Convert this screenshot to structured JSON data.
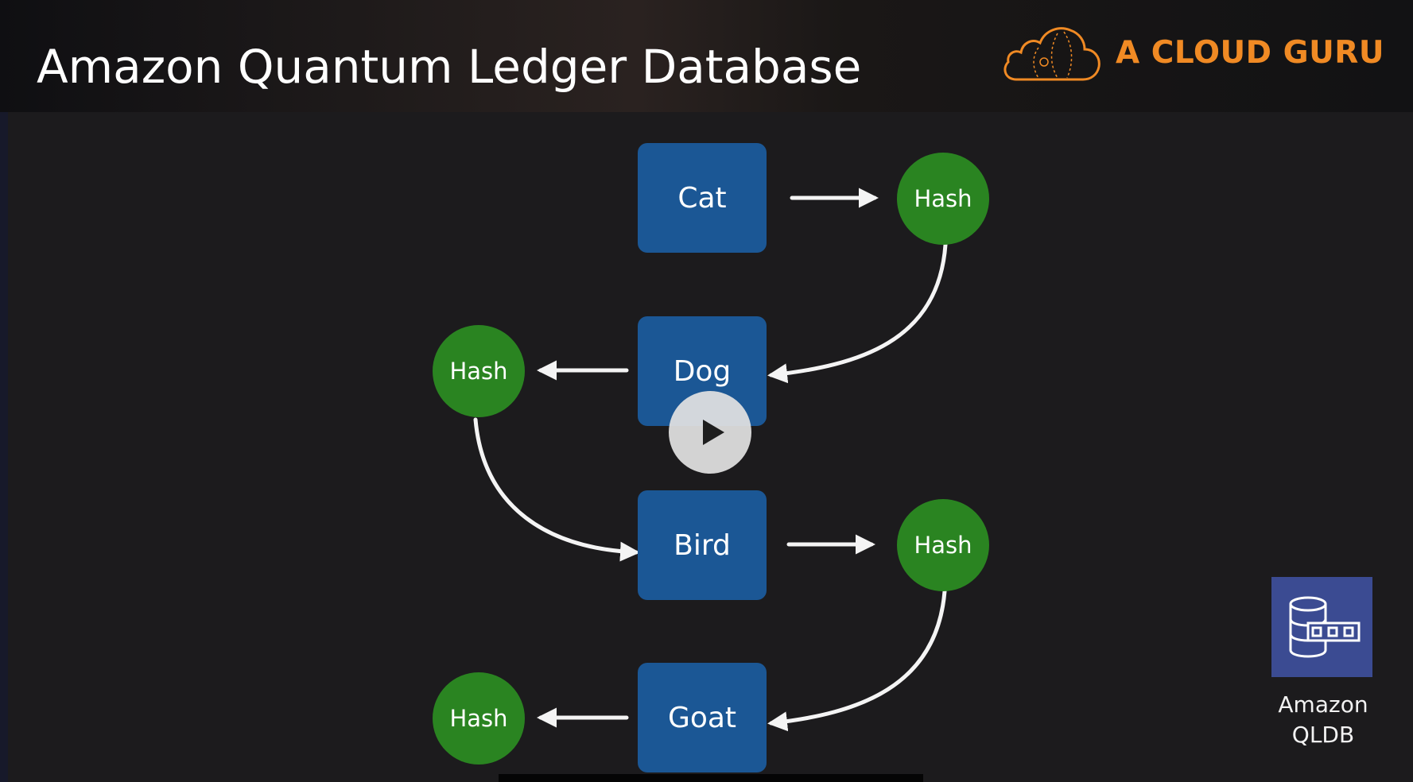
{
  "slide": {
    "title": "Amazon Quantum Ledger Database"
  },
  "brand": {
    "name": "A CLOUD GURU",
    "color": "#f08a24"
  },
  "records": [
    {
      "label": "Cat"
    },
    {
      "label": "Dog"
    },
    {
      "label": "Bird"
    },
    {
      "label": "Goat"
    }
  ],
  "hashes": [
    {
      "label": "Hash"
    },
    {
      "label": "Hash"
    },
    {
      "label": "Hash"
    },
    {
      "label": "Hash"
    }
  ],
  "service": {
    "label_line1": "Amazon",
    "label_line2": "QLDB",
    "icon": "qldb-ledger-icon"
  },
  "player": {
    "icon": "play-icon"
  },
  "colors": {
    "record": "#1b5795",
    "hash": "#2a8421",
    "background": "#1c1b1d",
    "service_icon": "#3b4b92"
  }
}
